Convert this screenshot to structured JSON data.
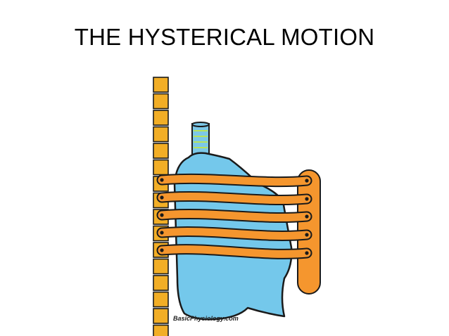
{
  "slide": {
    "title": "THE HYSTERICAL MOTION"
  },
  "diagram": {
    "credit": "BasicPhysiology.com",
    "rib_count": 5,
    "vertebra_count": 16,
    "colors": {
      "vertebra": "#f2ae26",
      "rib": "#f5962e",
      "sternum": "#f5962e",
      "lung": "#74c8eb",
      "trachea": "#7cc8e8",
      "trachea_ring": "#b7e35a",
      "outline": "#1a1a1a"
    }
  }
}
